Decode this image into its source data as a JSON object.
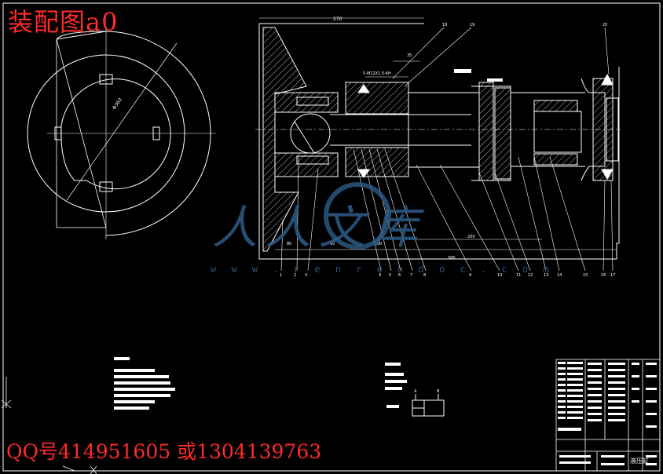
{
  "drawing": {
    "title": "装配图a0",
    "contact": "QQ号414951605 或1304139763",
    "dims": {
      "overall_width": "270",
      "d1": "35",
      "d2": "5-M12X1.5-6H",
      "bottom_length": "580",
      "bottom_sub": "200",
      "seg1": "80",
      "seg2": "60",
      "seg3": "90"
    },
    "callouts": [
      "1",
      "2",
      "3",
      "4",
      "5",
      "6",
      "7",
      "8",
      "9",
      "10",
      "11",
      "12",
      "13",
      "14",
      "15",
      "16",
      "17",
      "18",
      "19",
      "20"
    ],
    "titleblock_name": "液压缸"
  },
  "watermark": {
    "text": "人人文库",
    "url": "w w w . r e n r e n d o c . c o m"
  },
  "colors": {
    "line": "#ffffff",
    "red": "#ff2a2a",
    "blue": "#2d5c86"
  }
}
